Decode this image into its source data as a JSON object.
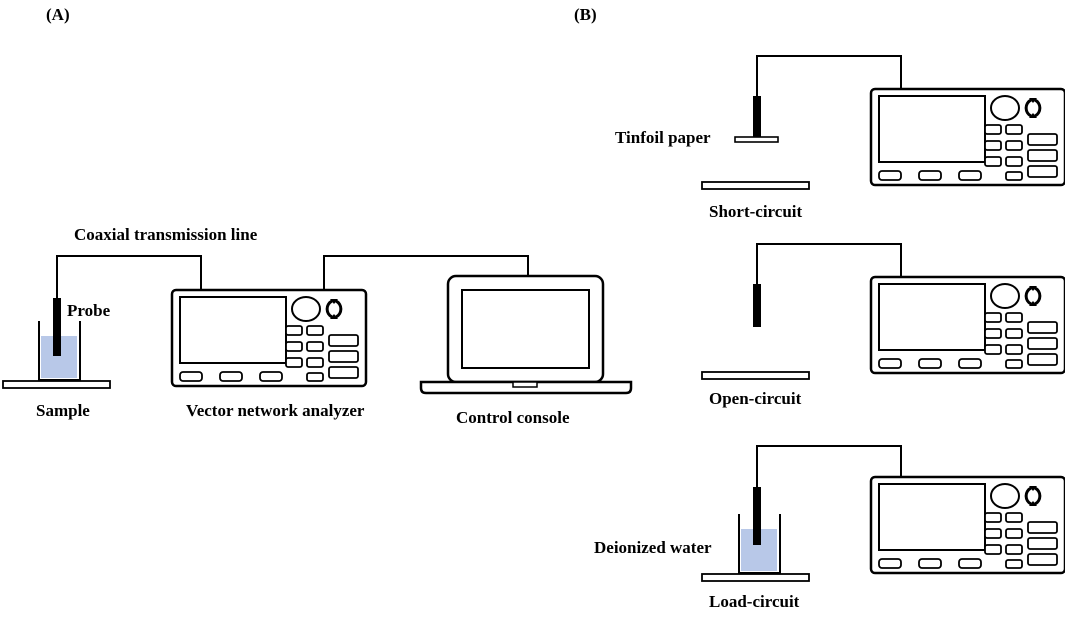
{
  "panels": {
    "a_label": "(A)",
    "b_label": "(B)"
  },
  "panel_a": {
    "cable_label": "Coaxial transmission line",
    "probe_label": "Probe",
    "sample_label": "Sample",
    "analyzer_label": "Vector network analyzer",
    "console_label": "Control console"
  },
  "panel_b": {
    "short": {
      "material_label": "Tinfoil paper",
      "caption": "Short-circuit"
    },
    "open": {
      "caption": "Open-circuit"
    },
    "load": {
      "material_label": "Deionized water",
      "caption": "Load-circuit"
    }
  },
  "colors": {
    "liquid": "#b8c8e8",
    "line": "#000000"
  },
  "icons": {
    "refresh": "refresh-arrows-icon",
    "knob": "knob-icon"
  }
}
